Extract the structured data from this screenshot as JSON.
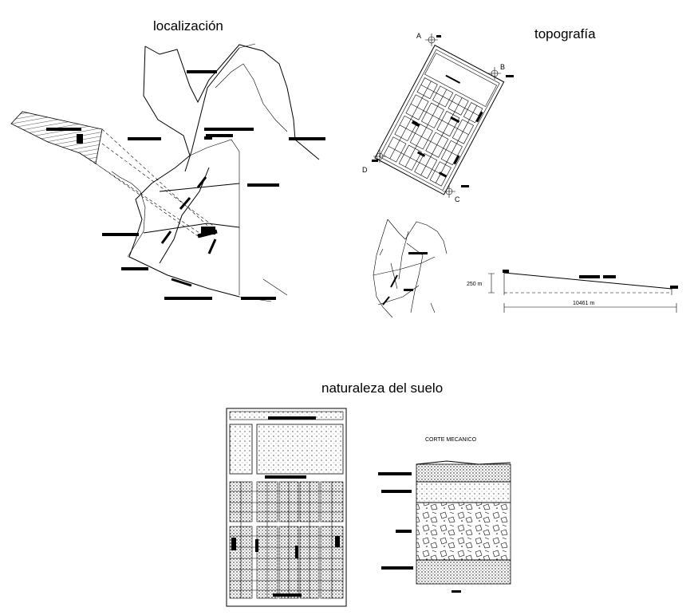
{
  "titles": {
    "localizacion": "localización",
    "topografia": "topografía",
    "naturaleza": "naturaleza del suelo"
  },
  "topography": {
    "corner_a": "A",
    "corner_b": "B",
    "corner_c": "C",
    "corner_d": "D"
  },
  "profile": {
    "height_label": "250 m",
    "length_label": "10461 m"
  },
  "soil_section": {
    "title": "CORTE MECANICO"
  }
}
